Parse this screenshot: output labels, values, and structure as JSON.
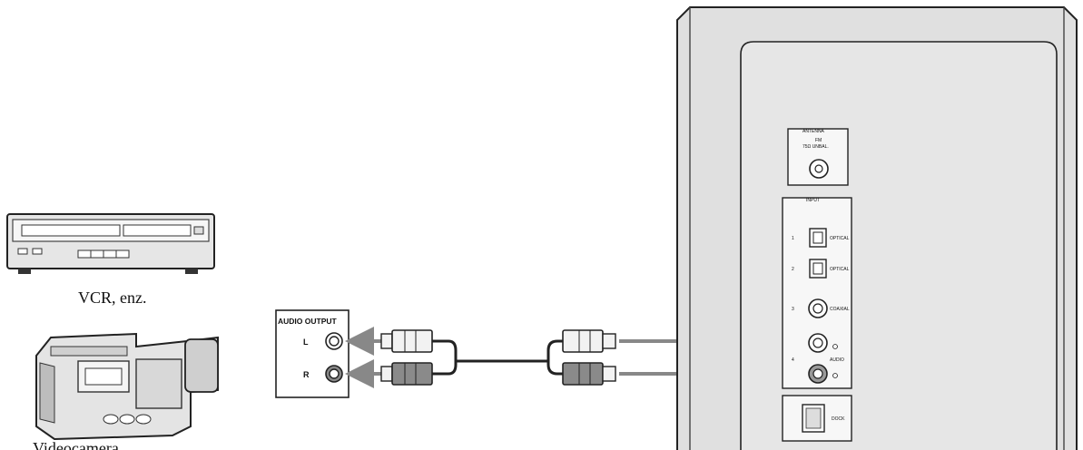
{
  "devices": {
    "vcr": {
      "caption": "VCR, enz."
    },
    "camcorder": {
      "caption": "Videocamera"
    }
  },
  "audio_output_panel": {
    "title": "AUDIO OUTPUT",
    "left_label": "L",
    "right_label": "R"
  },
  "speaker_panel": {
    "antenna_title": "ANTENNA",
    "antenna_sub1": "FM",
    "antenna_sub2": "75Ω UNBAL.",
    "input_title": "INPUT",
    "inputs": [
      {
        "num": "1",
        "label": "OPTICAL"
      },
      {
        "num": "2",
        "label": "OPTICAL"
      },
      {
        "num": "3",
        "label": "COAXIAL"
      },
      {
        "num": "4",
        "label": "AUDIO"
      }
    ],
    "dock_label": "DOCK"
  },
  "colors": {
    "line": "#222222",
    "arrow": "#888888",
    "panel_fill": "#e2e2e2",
    "plug_light": "#f2f2f2",
    "plug_dark": "#8a8a8a"
  }
}
